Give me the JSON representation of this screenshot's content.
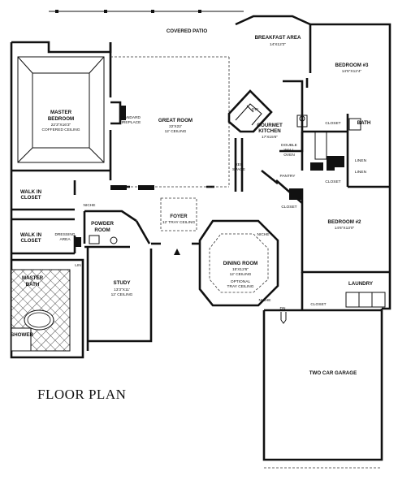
{
  "title": "FLOOR PLAN",
  "rooms": {
    "covered_patio": {
      "name": "COVERED PATIO"
    },
    "breakfast": {
      "name": "BREAKFAST AREA",
      "dims": "14'X12'2\""
    },
    "bedroom3": {
      "name": "BEDROOM #3",
      "dims": "14'5\"X12'4\""
    },
    "master_bedroom": {
      "name": "MASTER",
      "name2": "BEDROOM",
      "dims": "22'3\"X16'3\"",
      "note": "COFFERED CEILING"
    },
    "standard_fireplace": {
      "name": "STANDARD",
      "name2": "FIREPLACE"
    },
    "great_room": {
      "name": "GREAT ROOM",
      "dims": "22'X22'",
      "note": "12' CEILING"
    },
    "gourmet_kitchen": {
      "name": "GOURMET",
      "name2": "KITCHEN",
      "dims": "17'X15'6\""
    },
    "closet_b3": {
      "name": "CLOSET"
    },
    "bath": {
      "name": "BATH"
    },
    "linen_top": {
      "name": "LINEN"
    },
    "linen_bottom": {
      "name": "LINEN"
    },
    "closet_b3b": {
      "name": "CLOSET"
    },
    "double_wall_oven": {
      "name": "DOUBLE",
      "name2": "WALL",
      "name3": "OVEN"
    },
    "dw": {
      "name": "DW"
    },
    "ref": {
      "name": "REF",
      "name2": "SPACE"
    },
    "pantry": {
      "name": "PANTRY"
    },
    "closet_b2": {
      "name": "CLOSET"
    },
    "walk_in_1": {
      "name": "WALK IN",
      "name2": "CLOSET"
    },
    "walk_in_2": {
      "name": "WALK IN",
      "name2": "CLOSET"
    },
    "niche1": {
      "name": "NICHE"
    },
    "foyer": {
      "name": "FOYER",
      "note": "12' TRAY CEILING"
    },
    "powder_room": {
      "name": "POWDER",
      "name2": "ROOM"
    },
    "bedroom2": {
      "name": "BEDROOM #2",
      "dims": "14'6\"X13'0\""
    },
    "dressing": {
      "name": "DRESSING",
      "name2": "AREA"
    },
    "niche2": {
      "name": "NICHE"
    },
    "dining": {
      "name": "DINING ROOM",
      "dims": "15'X12'6\"",
      "note": "12' CEILING",
      "note2": "OPTIONAL",
      "note3": "TRAY CEILING"
    },
    "linen_master": {
      "name": "LIN"
    },
    "master_bath": {
      "name": "MASTER",
      "name2": "BATH"
    },
    "study": {
      "name": "STUDY",
      "dims": "13'3\"X11'",
      "note": "12' CEILING"
    },
    "laundry": {
      "name": "LAUNDRY"
    },
    "niche3": {
      "name": "NICHE"
    },
    "dn": {
      "name": "DN"
    },
    "closet_garage": {
      "name": "CLOSET"
    },
    "shower": {
      "name": "SHOWER"
    },
    "garage": {
      "name": "TWO CAR GARAGE"
    }
  }
}
